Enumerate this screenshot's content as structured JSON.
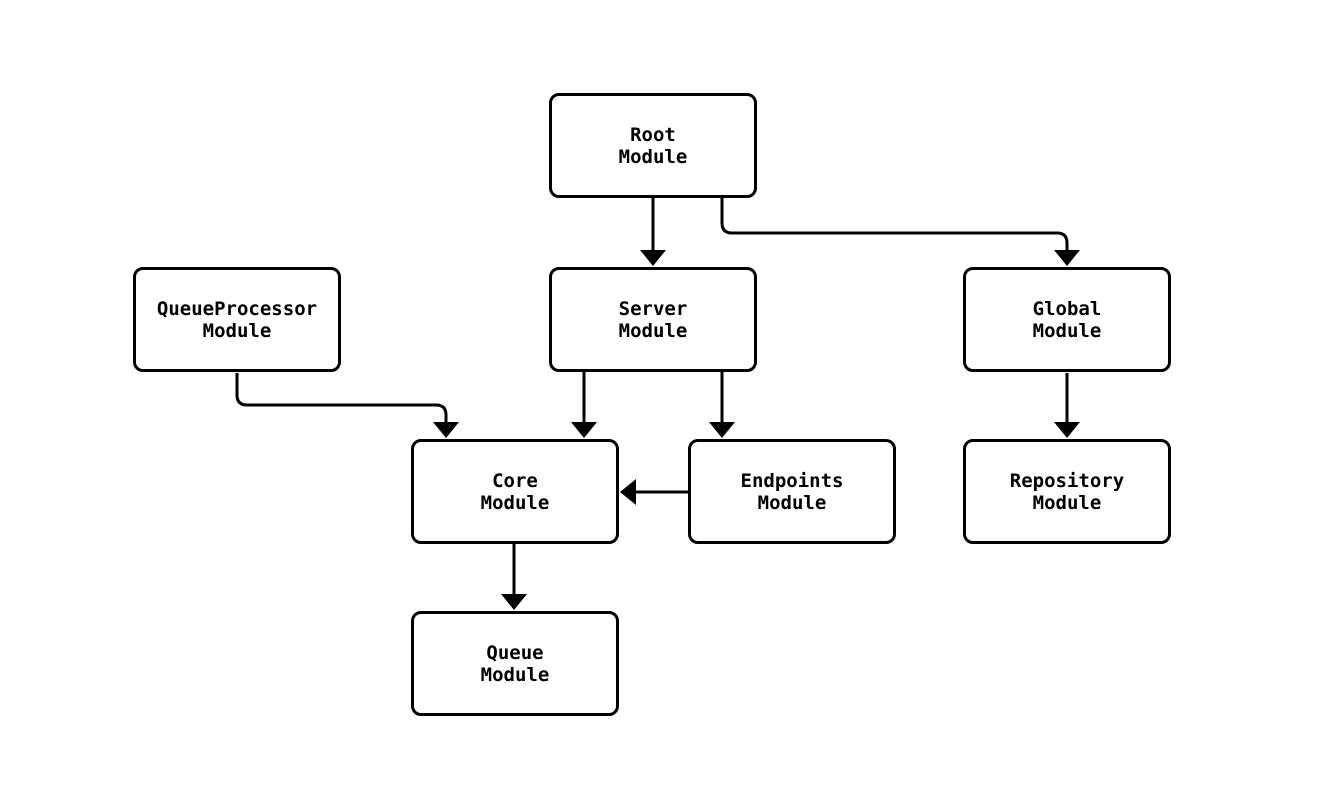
{
  "diagram": {
    "background_color": "#ffffff",
    "node_fill_color": "#ffffff",
    "node_border_color": "#000000",
    "text_color": "#000000",
    "edge_color": "#000000",
    "nodes": [
      {
        "id": "root-module",
        "line1": "Root",
        "line2": "Module"
      },
      {
        "id": "queueprocessor-module",
        "line1": "QueueProcessor",
        "line2": "Module"
      },
      {
        "id": "server-module",
        "line1": "Server",
        "line2": "Module"
      },
      {
        "id": "global-module",
        "line1": "Global",
        "line2": "Module"
      },
      {
        "id": "core-module",
        "line1": "Core",
        "line2": "Module"
      },
      {
        "id": "endpoints-module",
        "line1": "Endpoints",
        "line2": "Module"
      },
      {
        "id": "repository-module",
        "line1": "Repository",
        "line2": "Module"
      },
      {
        "id": "queue-module",
        "line1": "Queue",
        "line2": "Module"
      }
    ],
    "edges": [
      {
        "from": "root-module",
        "to": "server-module"
      },
      {
        "from": "root-module",
        "to": "global-module"
      },
      {
        "from": "queueprocessor-module",
        "to": "core-module"
      },
      {
        "from": "server-module",
        "to": "core-module"
      },
      {
        "from": "server-module",
        "to": "endpoints-module"
      },
      {
        "from": "endpoints-module",
        "to": "core-module"
      },
      {
        "from": "global-module",
        "to": "repository-module"
      },
      {
        "from": "core-module",
        "to": "queue-module"
      }
    ]
  }
}
